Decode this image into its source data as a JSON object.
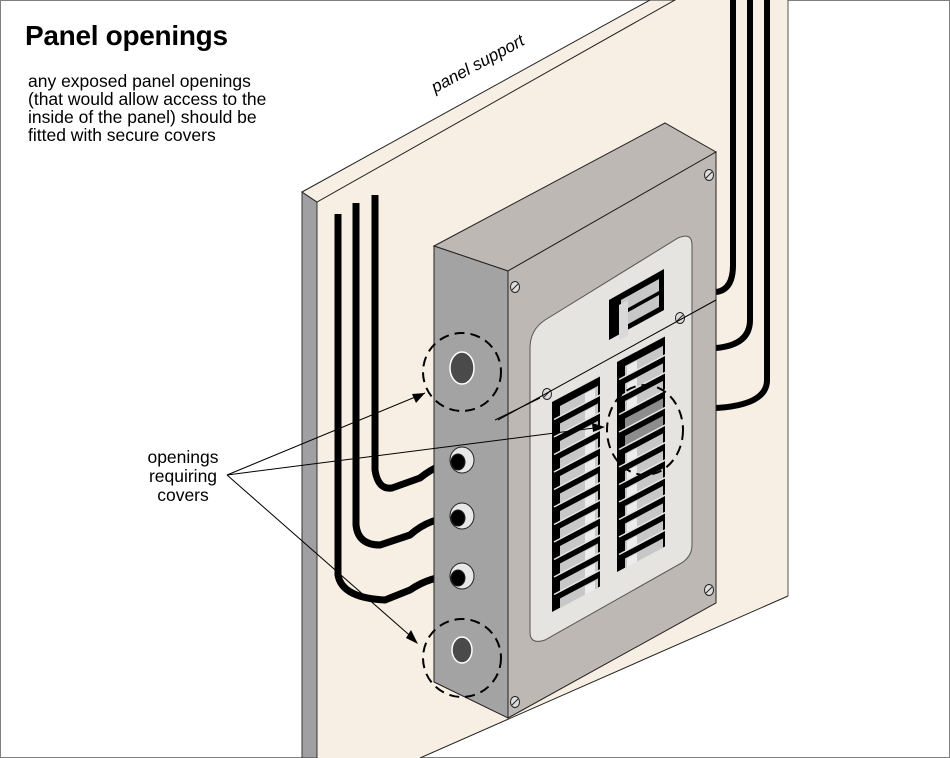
{
  "title": "Panel openings",
  "description": [
    "any exposed panel openings",
    "(that would allow access to the",
    "inside of the panel) should be",
    "fitted with secure covers"
  ],
  "labels": {
    "panel_support": "panel support",
    "callout": [
      "openings",
      "requiring",
      "covers"
    ]
  },
  "breaker_panel": {
    "left_column_breakers": 12,
    "right_column_breakers": 12,
    "missing_breaker_slots_circled": 2,
    "knockouts_with_cables": 3,
    "open_knockouts_circled": 2
  },
  "colors": {
    "support_board": "#f7efe3",
    "support_edge": "#a0a0a2",
    "box_front": "#bdb8b3",
    "box_side": "#a3a3a3",
    "deadfront": "#e6e4e1",
    "breaker_dark": "#000000",
    "breaker_handle": "#c7c7c7",
    "wire": "#000000"
  }
}
